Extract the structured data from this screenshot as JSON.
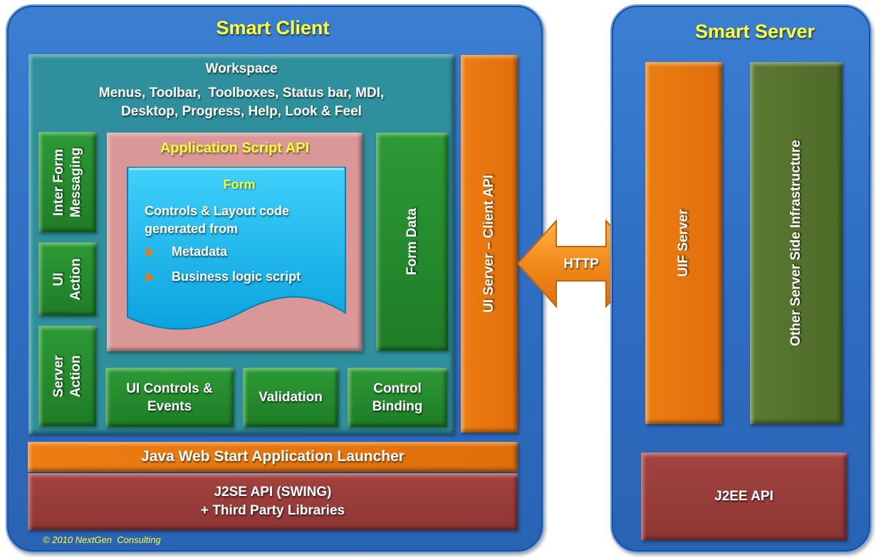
{
  "smart_client": {
    "title": "Smart Client",
    "workspace": {
      "title": "Workspace",
      "line1": "Menus, Toolbar,  Toolboxes, Status bar, MDI,",
      "line2": "Desktop, Progress, Help, Look & Feel"
    },
    "left_boxes": {
      "inter_form_1": "Inter Form",
      "inter_form_2": "Messaging",
      "ui_action_1": "UI",
      "ui_action_2": "Action",
      "server_action_1": "Server",
      "server_action_2": "Action"
    },
    "app_script_api": "Application Script API",
    "form": {
      "title": "Form",
      "desc_line1": "Controls & Layout code",
      "desc_line2": "generated from",
      "bullets": [
        "Metadata",
        "Business logic script"
      ]
    },
    "form_data": "Form Data",
    "ui_server_client_api": "UI Server – Client API",
    "bottom_boxes": {
      "ui_controls_1": "UI Controls &",
      "ui_controls_2": "Events",
      "validation": "Validation",
      "control_binding_1": "Control",
      "control_binding_2": "Binding"
    },
    "launcher": "Java Web Start Application Launcher",
    "j2se_line1": "J2SE API (SWING)",
    "j2se_line2": "+ Third Party Libraries",
    "copyright": "© 2010 NextGen  Consulting"
  },
  "http_label": "HTTP",
  "smart_server": {
    "title": "Smart Server",
    "uif_server": "UIF Server",
    "other_infra": "Other Server Side Infrastructure",
    "j2ee_api": "J2EE API"
  },
  "colors": {
    "panel_blue": "#2e6ec3",
    "title_yellow": "#ffff33",
    "teal": "#2f8f9c",
    "green": "#2c9a35",
    "orange": "#ec7d12",
    "olive": "#5c7a32",
    "red": "#a34340",
    "pink": "#d99897",
    "form_blue": "#1ab8ee"
  }
}
